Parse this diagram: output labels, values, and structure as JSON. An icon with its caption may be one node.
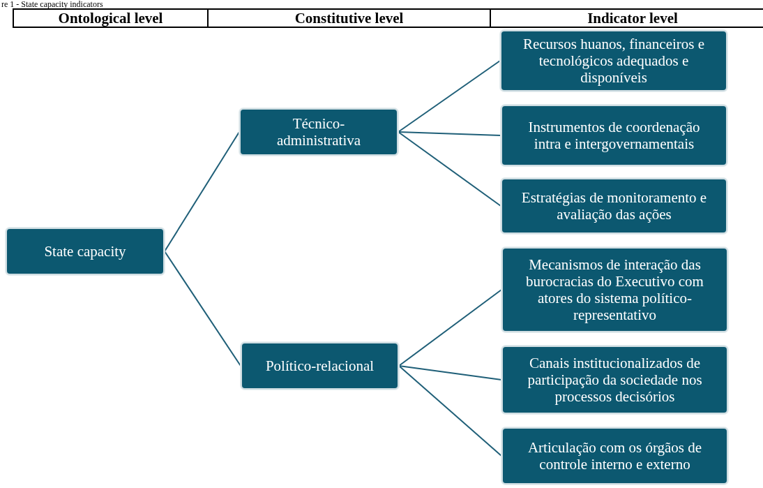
{
  "diagram": {
    "title": "re 1 - State capacity indicators",
    "nodes": [
      {
        "text": [
          "State capacity"
        ]
      },
      {
        "text": [
          "Técnico-administrativa"
        ]
      },
      {
        "text": [
          "Político-relacional"
        ]
      },
      {
        "text": [
          "Recursos huanos, financeiros e tecnológicos adequados e disponíveis"
        ]
      },
      {
        "text": [
          "Instrumentos de coordenação intra e intergovernamentais"
        ]
      },
      {
        "text": [
          "Estratégias de monitoramento e avaliação das ações"
        ]
      },
      {
        "text": [
          "Mecanismos de interação das burocracias do Executivo com atores do sistema político-representativo"
        ]
      },
      {
        "text": [
          "Canais institucionalizados de participação da sociedade nos processos decisórios"
        ]
      },
      {
        "text": [
          "Articulação com os órgãos de controle interno e externo"
        ]
      }
    ],
    "edges": [
      {
        "from": 0,
        "to": 1,
        "arrow": "none"
      },
      {
        "from": 0,
        "to": 2,
        "arrow": "none"
      },
      {
        "from": 1,
        "to": 3,
        "arrow": "none"
      },
      {
        "from": 1,
        "to": 4,
        "arrow": "none"
      },
      {
        "from": 1,
        "to": 5,
        "arrow": "none"
      },
      {
        "from": 2,
        "to": 6,
        "arrow": "none"
      },
      {
        "from": 2,
        "to": 7,
        "arrow": "none"
      },
      {
        "from": 2,
        "to": 8,
        "arrow": "none"
      }
    ],
    "labels": [
      "Ontological level",
      "Constitutive level",
      "Indicator level"
    ]
  }
}
